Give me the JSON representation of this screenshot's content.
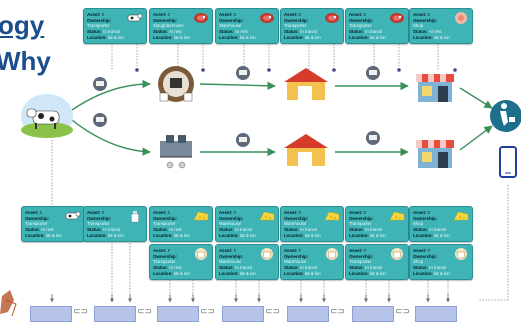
{
  "title": {
    "line1": "ogy",
    "line2": "Why"
  },
  "labels": {
    "asset": "Asset:",
    "ownership": "Ownership:",
    "status": "Status:",
    "location": "Location:"
  },
  "top_cards": [
    {
      "asset": "0",
      "owner": "Transporter",
      "status": "In transit",
      "location": "lat & lon",
      "icon": "cow-icon"
    },
    {
      "asset": "0",
      "owner": "Slaughterhouse",
      "status": "At rest",
      "location": "lat & lon",
      "icon": "steak-icon"
    },
    {
      "asset": "0",
      "owner": "Warehouse",
      "status": "At rest",
      "location": "lat & lon",
      "icon": "steak-icon"
    },
    {
      "asset": "0",
      "owner": "Transporter",
      "status": "In transit",
      "location": "lat & lon",
      "icon": "steak-icon"
    },
    {
      "asset": "0",
      "owner": "Transporter",
      "status": "In transit",
      "location": "lat & lon",
      "icon": "steak-icon"
    },
    {
      "asset": "0",
      "owner": "Shop",
      "status": "At rest",
      "location": "lat & lon",
      "icon": "ham-icon"
    }
  ],
  "bottom_cards_a": [
    {
      "asset": "0",
      "owner": "Transporter",
      "status": "At rest",
      "location": "lat & lon",
      "icon": "cow-icon"
    },
    {
      "asset": "0",
      "owner": "Transporter",
      "status": "In transit",
      "location": "lat & lon",
      "icon": "milk-bottle-icon"
    },
    {
      "asset": "0",
      "owner": "Transporter",
      "status": "At rest",
      "location": "lat & lon",
      "icon": "cheese-icon"
    },
    {
      "asset": "0",
      "owner": "Warehouse",
      "status": "In transit",
      "location": "lat & lon",
      "icon": "cheese-icon"
    },
    {
      "asset": "0",
      "owner": "Warehouse",
      "status": "In transit",
      "location": "lat & lon",
      "icon": "cheese-icon"
    },
    {
      "asset": "0",
      "owner": "Transporter",
      "status": "In transit",
      "location": "lat & lon",
      "icon": "cheese-icon"
    },
    {
      "asset": "0",
      "owner": "Shop",
      "status": "In transit",
      "location": "lat & lon",
      "icon": "cheese-icon"
    }
  ],
  "bottom_cards_b": [
    {
      "asset": "F",
      "owner": "Transporter",
      "status": "At rest",
      "location": "lat & lon",
      "icon": "yogurt-icon"
    },
    {
      "asset": "F",
      "owner": "Warehouse",
      "status": "In transit",
      "location": "lat & lon",
      "icon": "yogurt-icon"
    },
    {
      "asset": "F",
      "owner": "Warehouse",
      "status": "In transit",
      "location": "lat & lon",
      "icon": "yogurt-icon"
    },
    {
      "asset": "F",
      "owner": "Transporter",
      "status": "In transit",
      "location": "lat & lon",
      "icon": "yogurt-icon"
    },
    {
      "asset": "F",
      "owner": "Shop",
      "status": "In transit",
      "location": "lat & lon",
      "icon": "yogurt-icon"
    }
  ],
  "link_glyph": "⊂⊃",
  "colors": {
    "card": "#3eb4b6",
    "title": "#1a4e8c",
    "block": "#b7c4ea",
    "arrow": "#3a8f5b",
    "dot": "#5b3d8c",
    "consumer": "#1e6f8c",
    "phone": "#1e3f9a"
  },
  "icons": [
    "cow-in-field-icon",
    "truck-icon",
    "slaughterhouse-icon",
    "dairy-factory-icon",
    "warehouse-icon",
    "shop-icon",
    "consumer-icon",
    "smartphone-icon",
    "chain-link-icon"
  ]
}
